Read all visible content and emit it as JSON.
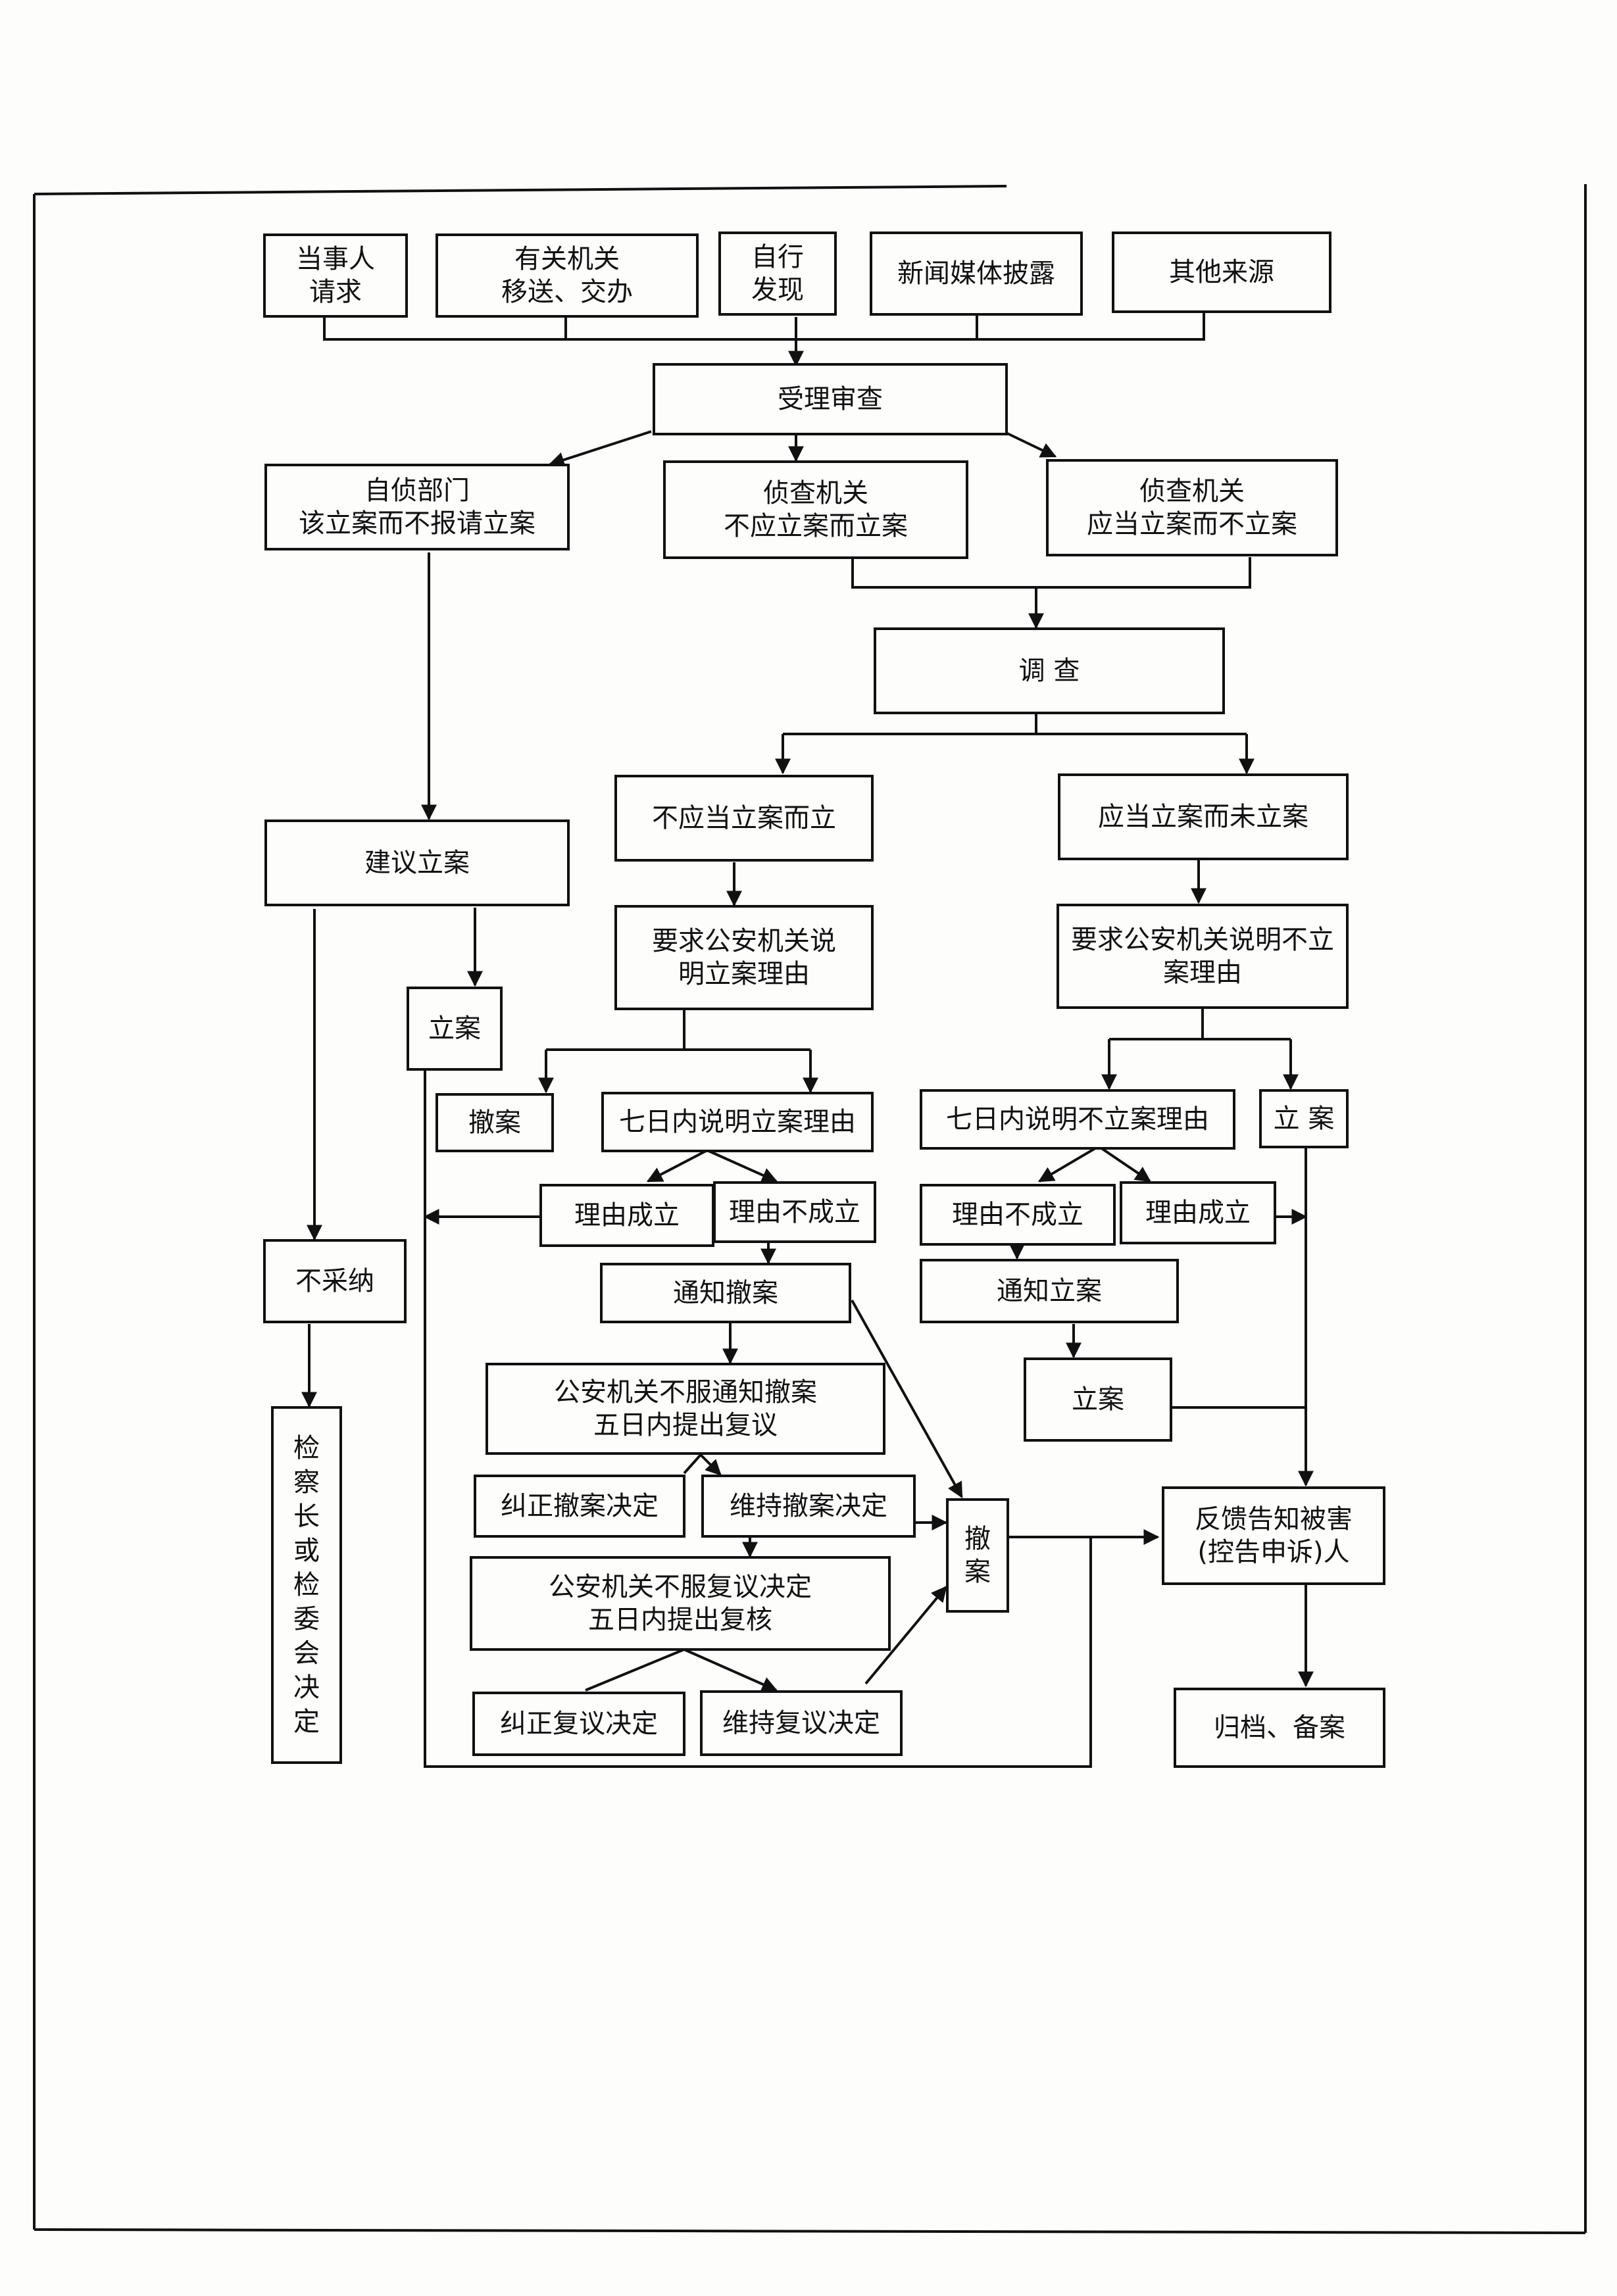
{
  "sources": {
    "party_request": "当事人\n请求",
    "agency_transfer": "有关机关\n移送、交办",
    "self_discovery": "自行\n发现",
    "media_disclosure": "新闻媒体披露",
    "other_sources": "其他来源"
  },
  "review": {
    "acceptance": "受理审查"
  },
  "categories": {
    "self_investigation": "自侦部门\n该立案而不报请立案",
    "improper_filing": "侦查机关\n不应立案而立案",
    "improper_non_filing": "侦查机关\n应当立案而不立案"
  },
  "investigation": {
    "label": "调    查"
  },
  "left_branch": {
    "suggest_filing": "建议立案",
    "file_case": "立案",
    "not_adopted": "不采纳",
    "chief_decision": "检察长或检委会决定"
  },
  "middle_branch": {
    "should_not_file": "不应当立案而立",
    "request_reason": "要求公安机关说\n明立案理由",
    "withdraw": "撤案",
    "explain_7days": "七日内说明立案理由",
    "reason_valid": "理由成立",
    "reason_invalid": "理由不成立",
    "notify_withdraw": "通知撤案",
    "police_reconsider": "公安机关不服通知撤案\n五日内提出复议",
    "correct_withdraw": "纠正撤案决定",
    "maintain_withdraw": "维持撤案决定",
    "police_review": "公安机关不服复议决定\n五日内提出复核",
    "correct_reconsider": "纠正复议决定",
    "maintain_reconsider": "维持复议决定",
    "withdraw_case": "撤\n案"
  },
  "right_branch": {
    "should_file_not": "应当立案而未立案",
    "request_non_reason": "要求公安机关说明不立\n案理由",
    "explain_7days_non": "七日内说明不立案理由",
    "file_case2": "立 案",
    "reason_invalid2": "理由不成立",
    "reason_valid2": "理由成立",
    "notify_file": "通知立案",
    "file_case3": "立案",
    "feedback": "反馈告知被害\n(控告申诉)人",
    "archive": "归档、备案"
  }
}
